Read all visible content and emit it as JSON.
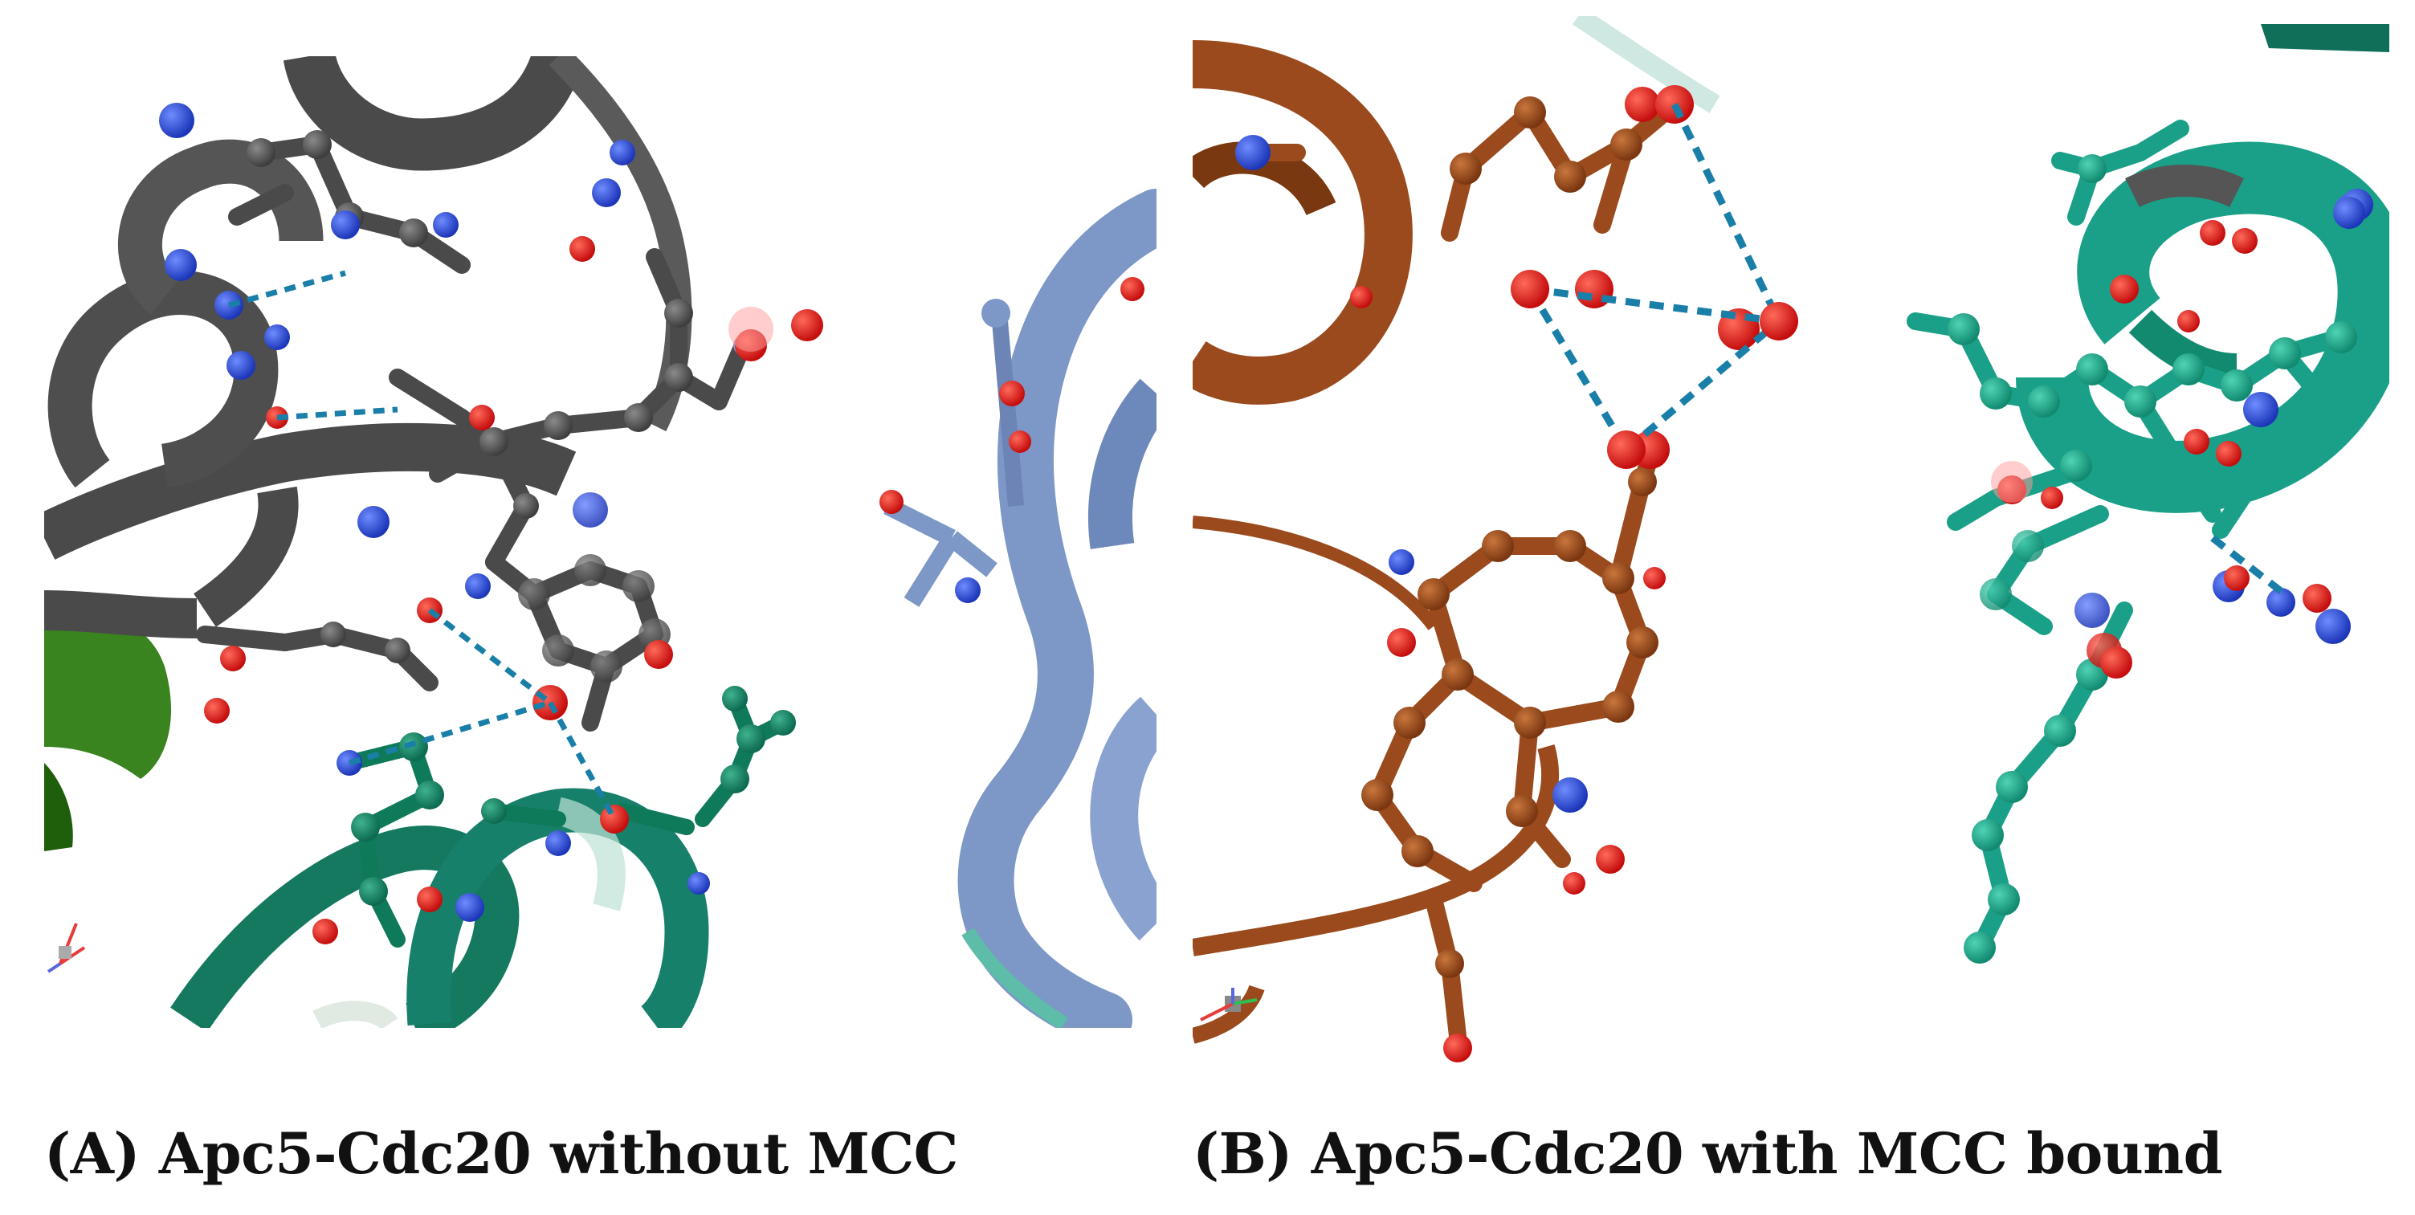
{
  "figure": {
    "panels": [
      {
        "id": "A",
        "caption": "(A) Apc5-Cdc20 without MCC"
      },
      {
        "id": "B",
        "caption": "(B) Apc5-Cdc20 with MCC bound"
      }
    ]
  },
  "colors": {
    "gray_protein": "#4a4a4a",
    "blue_protein": "#7d97c7",
    "green_protein": "#14795f",
    "dark_green": "#2e7d12",
    "teal_protein": "#1aa088",
    "brown_protein": "#9a4a1c",
    "nitrogen": "#2a4bd8",
    "oxygen": "#e21414",
    "hbond": "#1a7fa8"
  }
}
